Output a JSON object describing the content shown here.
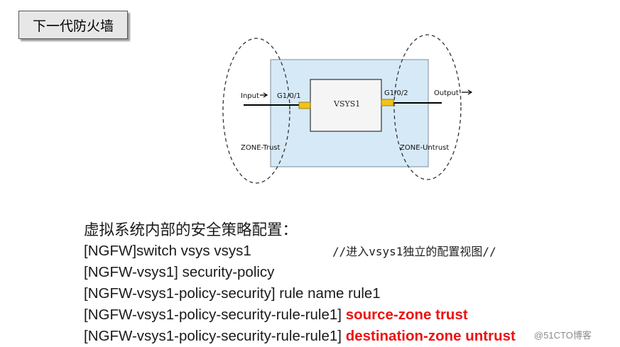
{
  "title": "下一代防火墙",
  "diagram": {
    "input_label": "Input",
    "output_label": "Output",
    "port_in": "G1/0/1",
    "port_out": "G1/0/2",
    "vsys_label": "VSYS1",
    "zone_left": "ZONE-Trust",
    "zone_right": "ZONE-Untrust",
    "colors": {
      "panel": "#d6e9f7",
      "port": "#f2c21b"
    }
  },
  "config": {
    "heading": "虚拟系统内部的安全策略配置：",
    "lines": [
      {
        "prompt": "[NGFW]switch vsys vsys1",
        "command": "",
        "comment": "//进入vsys1独立的配置视图//"
      },
      {
        "prompt": "[NGFW-vsys1] security-policy",
        "command": "",
        "comment": ""
      },
      {
        "prompt": "[NGFW-vsys1-policy-security] rule name rule1",
        "command": "",
        "comment": ""
      },
      {
        "prompt": "[NGFW-vsys1-policy-security-rule-rule1] ",
        "command": "source-zone trust",
        "comment": ""
      },
      {
        "prompt": "[NGFW-vsys1-policy-security-rule-rule1] ",
        "command": "destination-zone untrust",
        "comment": ""
      }
    ],
    "highlight_color": "#ee1111"
  },
  "watermark": "@51CTO博客"
}
